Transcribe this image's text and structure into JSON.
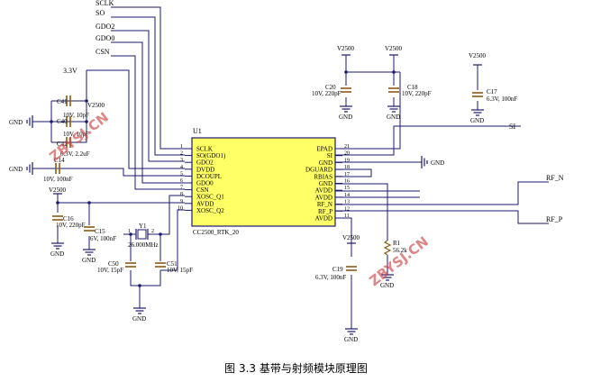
{
  "caption": "图 3.3 基带与射频模块原理图",
  "watermark": "ZBYSJ.CN",
  "colors": {
    "wire": "#1a1a6e",
    "chip": "#ffff66",
    "cap": "#8b5a14",
    "text": "#000000",
    "red": "#cc0000"
  },
  "chip": {
    "ref": "U1",
    "part": "CC2500_RTK_20",
    "left_pins": [
      {
        "num": "1",
        "name": "SCLK"
      },
      {
        "num": "2",
        "name": "SO(GDO1)"
      },
      {
        "num": "3",
        "name": "GDO2"
      },
      {
        "num": "4",
        "name": "DVDD"
      },
      {
        "num": "5",
        "name": "DCOUPL"
      },
      {
        "num": "6",
        "name": "GDO0"
      },
      {
        "num": "7",
        "name": "CSN"
      },
      {
        "num": "8",
        "name": "XOSC_Q1"
      },
      {
        "num": "9",
        "name": "AVDD"
      },
      {
        "num": "10",
        "name": "XOSC_Q2"
      }
    ],
    "right_pins": [
      {
        "num": "21",
        "name": "EPAD"
      },
      {
        "num": "20",
        "name": "SI"
      },
      {
        "num": "19",
        "name": "GND"
      },
      {
        "num": "18",
        "name": "DGUARD"
      },
      {
        "num": "17",
        "name": "RBIAS"
      },
      {
        "num": "16",
        "name": "GND"
      },
      {
        "num": "15",
        "name": "AVDD"
      },
      {
        "num": "14",
        "name": "AVDD"
      },
      {
        "num": "13",
        "name": "RF_N"
      },
      {
        "num": "12",
        "name": "RF_P"
      },
      {
        "num": "11",
        "name": "AVDD"
      }
    ]
  },
  "nets": {
    "sclk": "SCLK",
    "so": "SO",
    "gdo2": "GDO2",
    "gdo0": "GDO0",
    "csn": "CSN",
    "v33": "3.3V",
    "si": "SI",
    "rf_n": "RF_N",
    "rf_p": "RF_P",
    "v2500": "V2500",
    "v2500_c41": "V2500",
    "gnd": "GND"
  },
  "components": {
    "c41": {
      "ref": "C41",
      "value": "10V, 10pF"
    },
    "c40": {
      "ref": "C40",
      "value": "10V, 10pF"
    },
    "c42": {
      "ref": "C42",
      "value": "6.3V, 2.2uF"
    },
    "c14": {
      "ref": "C14",
      "value": "10V, 100nF"
    },
    "c16": {
      "ref": "C16",
      "value": "10V, 220pF"
    },
    "c15": {
      "ref": "C15",
      "value": "6V, 100nF"
    },
    "y1": {
      "ref": "Y1",
      "value": "26.000MHz",
      "pin1": "1",
      "pin2": "2"
    },
    "c50": {
      "ref": "C50",
      "value": "10V, 15pF"
    },
    "c51": {
      "ref": "C51",
      "value": "10V, 15pF"
    },
    "c20": {
      "ref": "C20",
      "value": "10V, 220pF"
    },
    "c18": {
      "ref": "C18",
      "value": "10V, 220pF"
    },
    "c17": {
      "ref": "C17",
      "value": "6.3V, 100nF"
    },
    "c19": {
      "ref": "C19",
      "value": "6.3V, 100nF"
    },
    "r1": {
      "ref": "R1",
      "value": "56.2k"
    }
  }
}
